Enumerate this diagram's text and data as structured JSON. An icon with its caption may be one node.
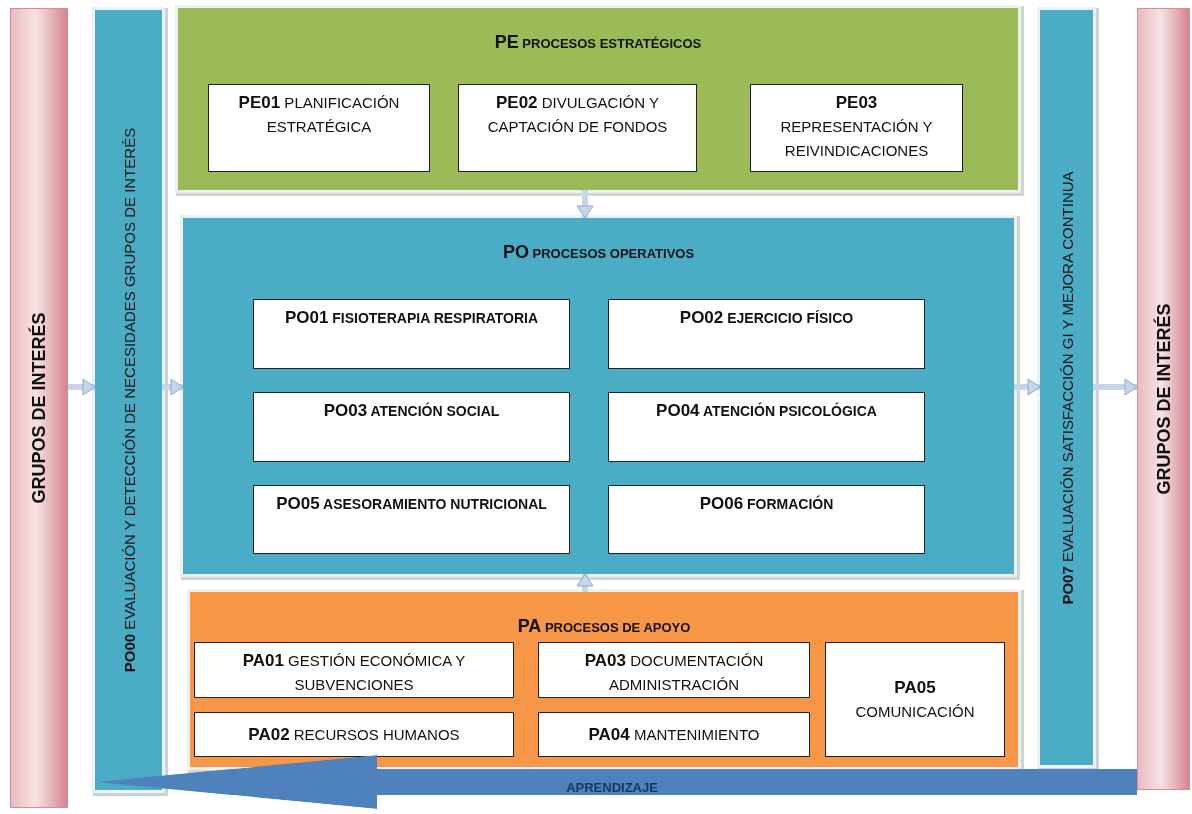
{
  "diagram": {
    "nodes": [
      {
        "text": [
          "GRUPOS DE INTERÉS"
        ]
      },
      {
        "text": [
          "**PO00** EVALUACIÓN Y DETECCIÓN DE NECESIDADES GRUPOS DE INTERÉS"
        ]
      },
      {
        "text": [
          "**PE** PROCESOS ESTRATÉGICOS"
        ]
      },
      {
        "text": [
          "**PE01** PLANIFICACIÓN ESTRATÉGICA"
        ],
        "in": 2
      },
      {
        "text": [
          "**PE02** DIVULGACIÓN Y CAPTACIÓN DE FONDOS"
        ],
        "in": 2
      },
      {
        "text": [
          "**PE03** REPRESENTACIÓN Y REIVINDICACIONES"
        ],
        "in": 2
      },
      {
        "text": [
          "**PO** PROCESOS OPERATIVOS"
        ]
      },
      {
        "text": [
          "**PO01** FISIOTERAPIA RESPIRATORIA"
        ],
        "in": 6
      },
      {
        "text": [
          "**PO02** EJERCICIO FÍSICO"
        ],
        "in": 6
      },
      {
        "text": [
          "**PO03** ATENCIÓN SOCIAL"
        ],
        "in": 6
      },
      {
        "text": [
          "**PO04** ATENCIÓN PSICOLÓGICA"
        ],
        "in": 6
      },
      {
        "text": [
          "**PO05** ASESORAMIENTO NUTRICIONAL"
        ],
        "in": 6
      },
      {
        "text": [
          "**PO06** FORMACIÓN"
        ],
        "in": 6
      },
      {
        "text": [
          "**PA** PROCESOS DE APOYO"
        ]
      },
      {
        "text": [
          "**PA01** GESTIÓN ECONÓMICA Y SUBVENCIONES"
        ],
        "in": 13
      },
      {
        "text": [
          "**PA02** RECURSOS HUMANOS"
        ],
        "in": 13
      },
      {
        "text": [
          "**PA03** DOCUMENTACIÓN ADMINISTRACIÓN"
        ],
        "in": 13
      },
      {
        "text": [
          "**PA04** MANTENIMIENTO"
        ],
        "in": 13
      },
      {
        "text": [
          "**PA05** COMUNICACIÓN"
        ],
        "in": 13
      },
      {
        "text": [
          "**PO07** EVALUACIÓN SATISFACCIÓN GI Y MEJORA CONTINUA"
        ]
      },
      {
        "text": [
          "GRUPOS DE INTERÉS"
        ]
      }
    ],
    "edges": [
      {
        "from": 0,
        "to": 1,
        "arrow": "to"
      },
      {
        "from": 1,
        "to": 6,
        "arrow": "to"
      },
      {
        "from": 2,
        "to": 6,
        "arrow": "to"
      },
      {
        "from": 13,
        "to": 6,
        "arrow": "to"
      },
      {
        "from": 6,
        "to": 19,
        "arrow": "to"
      },
      {
        "from": 19,
        "to": 20,
        "arrow": "to"
      },
      {
        "from": 20,
        "to": 1,
        "arrow": "to",
        "label": "APRENDIZAJE",
        "style": "thick",
        "color": "#4f81bd"
      }
    ]
  }
}
